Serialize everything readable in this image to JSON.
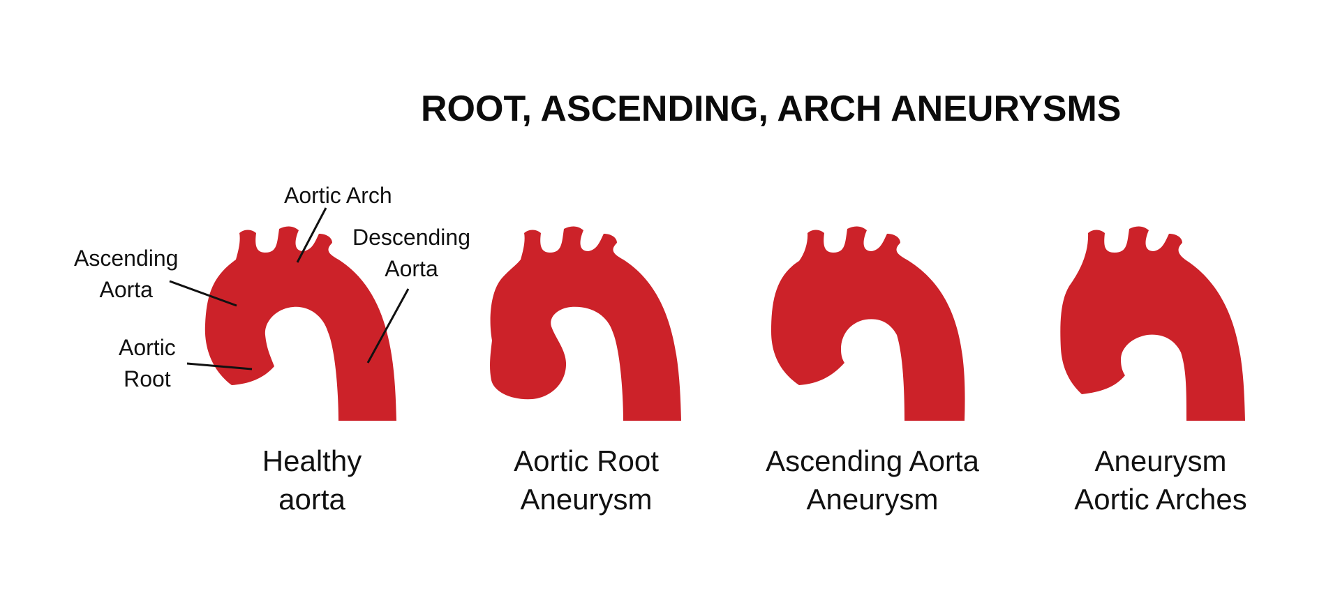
{
  "title": "ROOT, ASCENDING, ARCH ANEURYSMS",
  "colors": {
    "vessel": "#cc2229",
    "leader_line": "#111111",
    "text": "#111111",
    "background": "#ffffff"
  },
  "annotations": {
    "aortic_arch": "Aortic Arch",
    "descending_aorta": {
      "line1": "Descending",
      "line2": "Aorta"
    },
    "ascending_aorta": {
      "line1": "Ascending",
      "line2": "Aorta"
    },
    "aortic_root": {
      "line1": "Aortic",
      "line2": "Root"
    }
  },
  "panels": [
    {
      "id": "healthy",
      "line1": "Healthy",
      "line2": "aorta"
    },
    {
      "id": "root",
      "line1": "Aortic Root",
      "line2": "Aneurysm"
    },
    {
      "id": "ascending",
      "line1": "Ascending Aorta",
      "line2": "Aneurysm"
    },
    {
      "id": "arch",
      "line1": "Aneurysm",
      "line2": "Aortic Arches"
    }
  ]
}
